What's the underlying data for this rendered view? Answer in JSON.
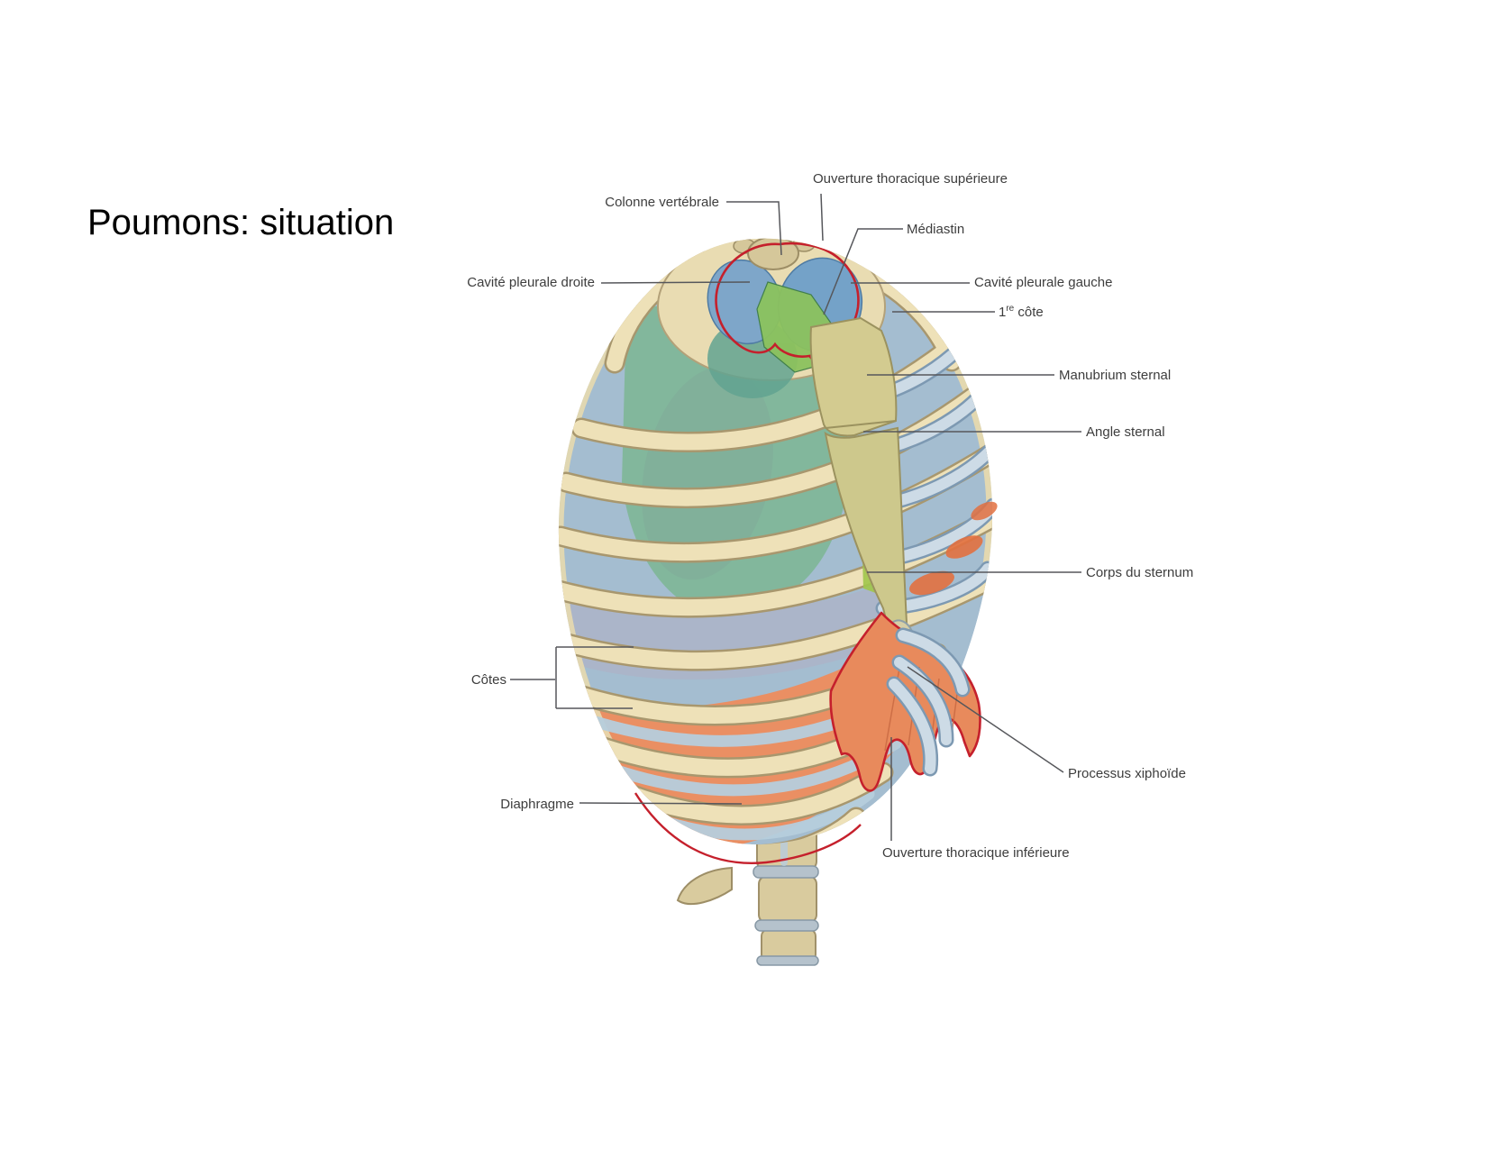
{
  "title": "Poumons: situation",
  "figure": {
    "labels": {
      "colonne_vertebrale": "Colonne vertébrale",
      "ouverture_sup": "Ouverture thoracique supérieure",
      "mediastin": "Médiastin",
      "cavite_droite": "Cavité pleurale droite",
      "cavite_gauche": "Cavité pleurale gauche",
      "premiere_cote": {
        "num": "1",
        "sup": "re",
        "rest": " côte"
      },
      "manubrium": "Manubrium sternal",
      "angle_sternal": "Angle sternal",
      "corps_sternum": "Corps du sternum",
      "cotes": "Côtes",
      "processus_xiphoide": "Processus xiphoïde",
      "diaphragme": "Diaphragme",
      "ouverture_inf": "Ouverture thoracique inférieure"
    },
    "colors": {
      "rib_bone": "#eee1b8",
      "rib_outline": "#a8976e",
      "cartilage_blue": "#cddbe6",
      "pleura_blue": "#a4bdd0",
      "dome_blue": "#7ea6c9",
      "interior_green": "#7db694",
      "mediastinum_green": "#8cc25e",
      "bright_green": "#a0c64a",
      "sternum_olive": "#d3cb90",
      "diaphragm_orange": "#e88a5c",
      "pleura_red_line": "#c5202c",
      "bone_spine": "#d9cb9e",
      "leader_gray": "#56575b",
      "label_text": "#3d3d3d"
    }
  }
}
